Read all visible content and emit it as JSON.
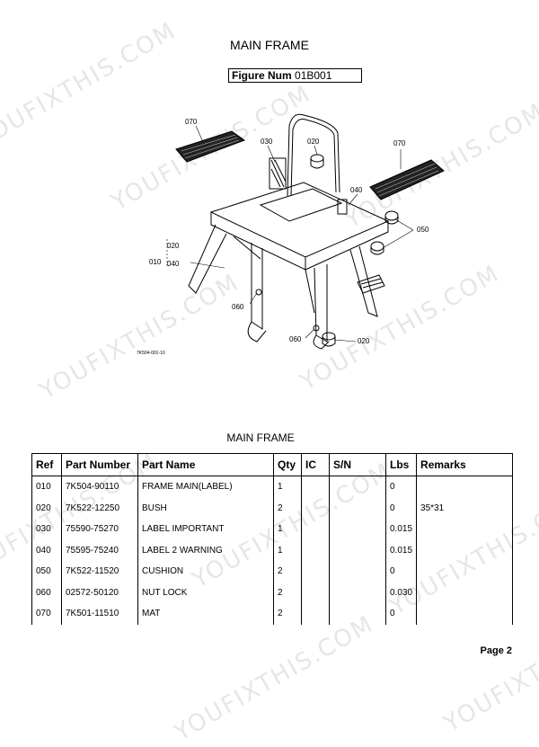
{
  "watermark": "YOUFIXTHIS.COM",
  "header": {
    "title": "MAIN FRAME",
    "figure_label": "Figure Num",
    "figure_value": "01B001"
  },
  "drawing": {
    "code": "7K504-001-10",
    "callouts": [
      "070",
      "030",
      "020",
      "070",
      "040",
      "050",
      "020",
      "010",
      "040",
      "060",
      "060",
      "020"
    ]
  },
  "table": {
    "title": "MAIN FRAME",
    "headers": [
      "Ref",
      "Part Number",
      "Part Name",
      "Qty",
      "IC",
      "S/N",
      "Lbs",
      "Remarks"
    ],
    "rows": [
      [
        "010",
        "7K504-90110",
        "FRAME MAIN(LABEL)",
        "1",
        "",
        "",
        "0",
        ""
      ],
      [
        "020",
        "7K522-12250",
        "BUSH",
        "2",
        "",
        "",
        "0",
        "35*31"
      ],
      [
        "030",
        "75590-75270",
        "LABEL IMPORTANT",
        "1",
        "",
        "",
        "0.015",
        ""
      ],
      [
        "040",
        "75595-75240",
        "LABEL 2 WARNING",
        "1",
        "",
        "",
        "0.015",
        ""
      ],
      [
        "050",
        "7K522-11520",
        "CUSHION",
        "2",
        "",
        "",
        "0",
        ""
      ],
      [
        "060",
        "02572-50120",
        "NUT LOCK",
        "2",
        "",
        "",
        "0.030",
        ""
      ],
      [
        "070",
        "7K501-11510",
        "MAT",
        "2",
        "",
        "",
        "0",
        ""
      ]
    ]
  },
  "footer": {
    "page": "Page 2"
  }
}
